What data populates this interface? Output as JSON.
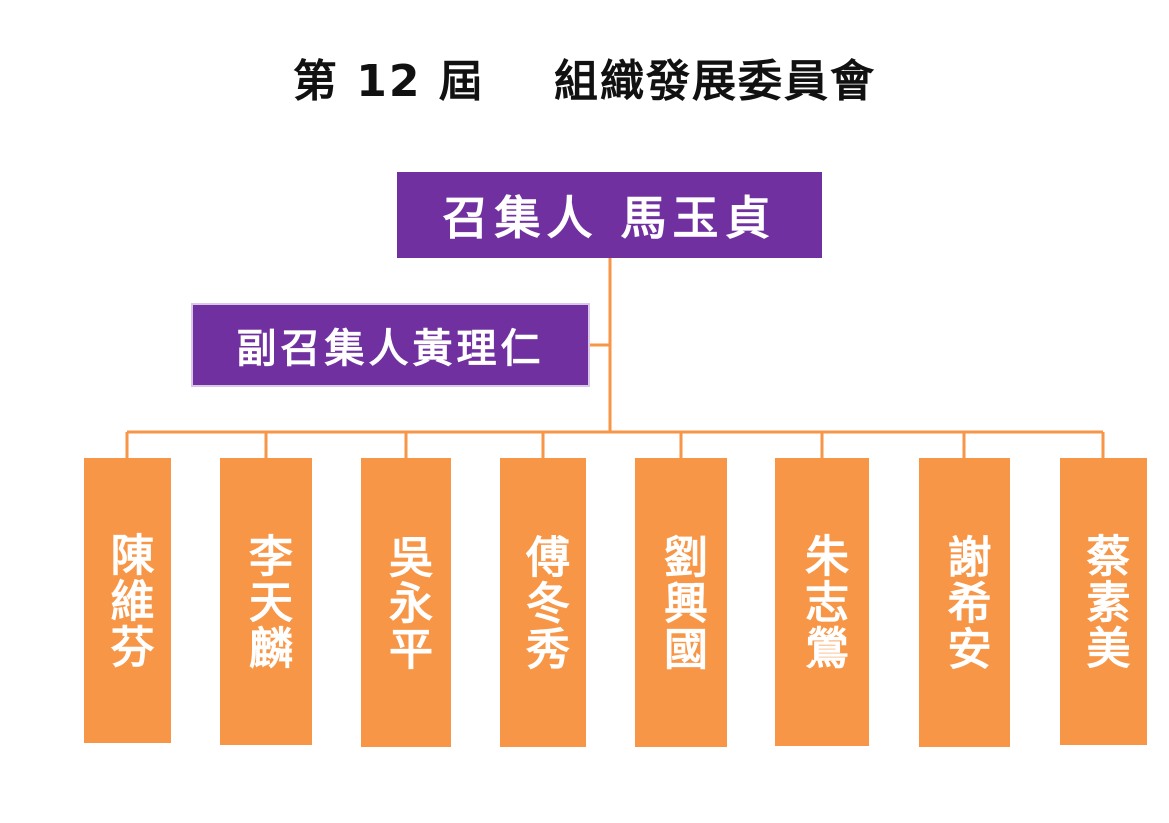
{
  "title": "第 12 屆    組織發展委員會",
  "convenor": {
    "label": "召集人 馬玉貞"
  },
  "deputy": {
    "label": "副召集人黃理仁"
  },
  "members": [
    {
      "name": "陳維芬"
    },
    {
      "name": "李天麟"
    },
    {
      "name": "吳永平"
    },
    {
      "name": "傅冬秀"
    },
    {
      "name": "劉興國"
    },
    {
      "name": "朱志鶯"
    },
    {
      "name": "謝希安"
    },
    {
      "name": "蔡素美"
    }
  ],
  "colors": {
    "leader_fill": "#7030A0",
    "member_fill": "#F79646",
    "connector": "#F79646",
    "label_text": "#FFFFFF",
    "title_text": "#111111"
  }
}
